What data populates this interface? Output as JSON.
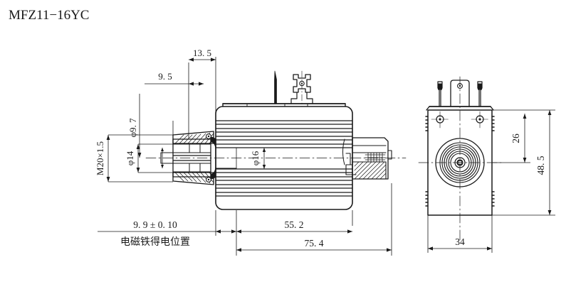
{
  "drawing": {
    "title": "MFZ11−16YC",
    "views": {
      "side_view": {
        "name": "side-section-view",
        "note_label": "电磁铁得电位置"
      },
      "end_view": {
        "name": "end-view"
      }
    },
    "dimensions": {
      "d_13_5": "13. 5",
      "d_9_5": "9. 5",
      "d_phi_9_7": "φ9. 7",
      "d_m20": "M20×1.5",
      "d_phi_14": "φ14",
      "d_phi_16": "φ16",
      "d_9_9_tol": "9. 9 ± 0. 10",
      "d_55_2": "55. 2",
      "d_75_4": "75. 4",
      "d_26": "26",
      "d_48_5": "48. 5",
      "d_34": "34"
    },
    "colors": {
      "line": "#1a1a1a",
      "thin": "#333333",
      "background": "#ffffff"
    }
  }
}
